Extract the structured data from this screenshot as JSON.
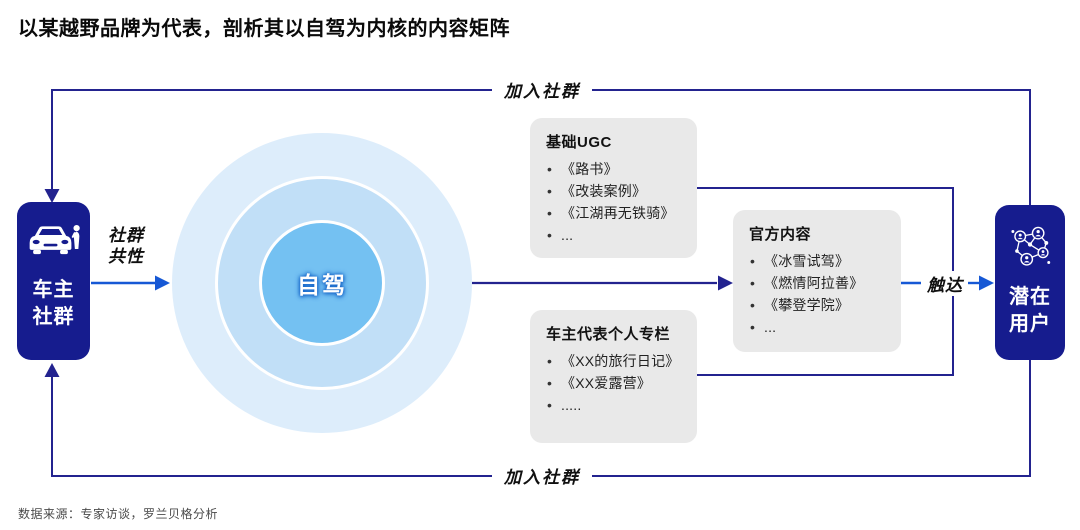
{
  "title": "以某越野品牌为代表，剖析其以自驾为内核的内容矩阵",
  "footer": "数据来源：专家访谈，罗兰贝格分析",
  "core": {
    "label": "自驾"
  },
  "nodes": {
    "owner": {
      "lines": [
        "车主",
        "社群"
      ],
      "icon": "car-with-driver-icon"
    },
    "potential": {
      "lines": [
        "潜在",
        "用户"
      ],
      "icon": "people-network-icon"
    }
  },
  "edge_labels": {
    "join_top": "加入社群",
    "join_bottom": "加入社群",
    "commonality_lines": [
      "社群",
      "共性"
    ],
    "reach": "触达"
  },
  "content_boxes": [
    {
      "title": "基础UGC",
      "items": [
        "《路书》",
        "《改装案例》",
        "《江湖再无铁骑》",
        "..."
      ]
    },
    {
      "title": "官方内容",
      "items": [
        "《冰雪试驾》",
        "《燃情阿拉善》",
        "《攀登学院》",
        "..."
      ]
    },
    {
      "title": "车主代表个人专栏",
      "items": [
        "《XX的旅行日记》",
        "《XX爱露营》",
        "....."
      ]
    }
  ],
  "colors": {
    "node_navy": "#161c8e",
    "connector_dark": "#23238f",
    "connector_blue": "#1658d5",
    "circle_outer": "#ddedfb",
    "circle_middle": "#c1dff7",
    "circle_inner": "#74c1f2",
    "content_box_gray": "#e9e9e9"
  }
}
